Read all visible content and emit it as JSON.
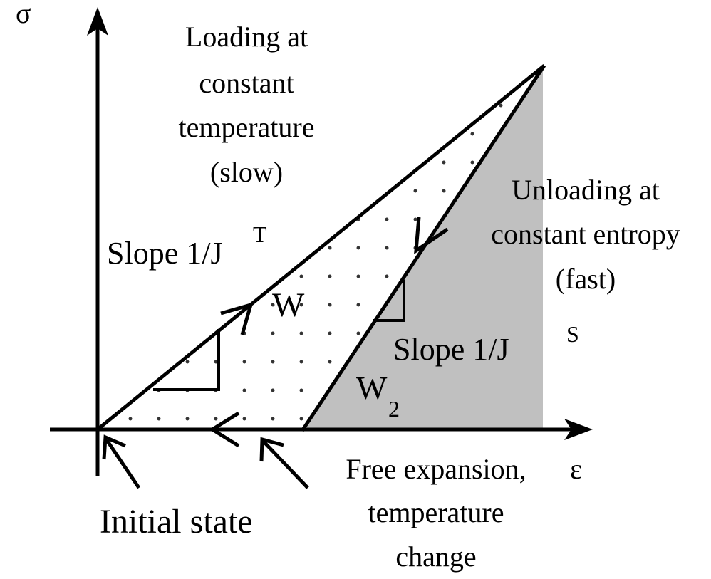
{
  "axes": {
    "y_label": "σ",
    "x_label": "ε"
  },
  "labels": {
    "loading": [
      "Loading at",
      "constant",
      "temperature",
      "(slow)"
    ],
    "slope_t": "Slope 1/J",
    "slope_t_sup": "T",
    "w": "W",
    "unloading": [
      "Unloading at",
      "constant entropy",
      "(fast)"
    ],
    "slope_s": "Slope 1/J",
    "slope_s_sup": "S",
    "w2": "W",
    "w2_sub": "2",
    "initial_state": "Initial state",
    "free_expansion": [
      "Free expansion,",
      "temperature",
      "change"
    ]
  },
  "colors": {
    "shade": "#c0c0c0",
    "ink": "#000000"
  }
}
